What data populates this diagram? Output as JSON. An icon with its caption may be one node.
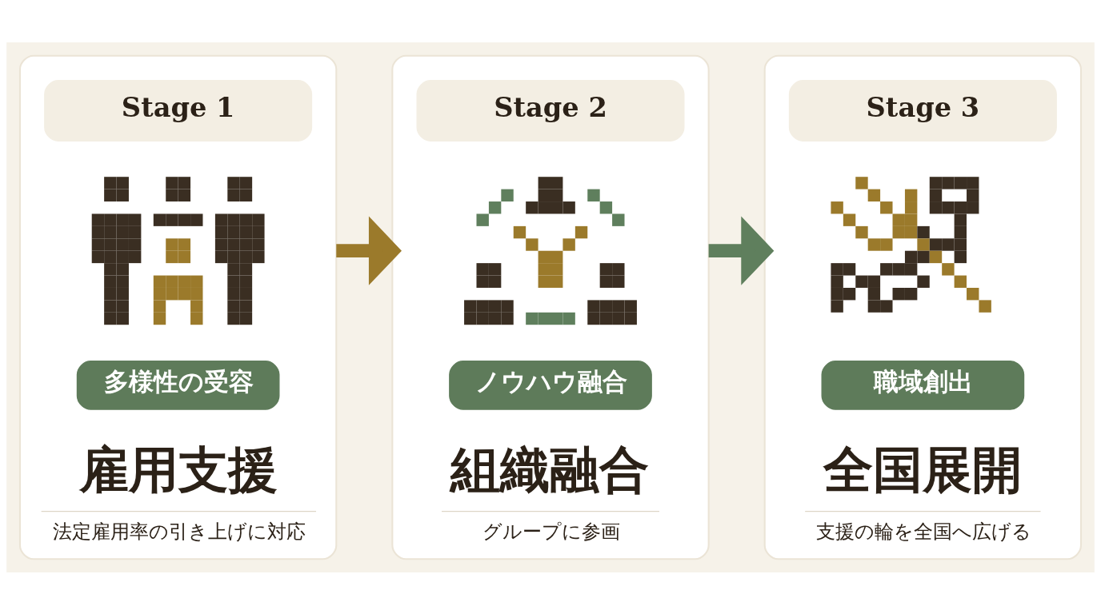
{
  "diagram": {
    "nodes": [
      {
        "text": [
          "雇用支援",
          "法定雇用率の引き上げに対応"
        ]
      },
      {
        "text": [
          "Stage 1"
        ],
        "in": 0
      },
      {
        "text": [],
        "shape": "picture",
        "in": 0
      },
      {
        "text": [
          "多様性の受容"
        ],
        "in": 0
      },
      {
        "text": [
          "組織融合",
          "グループに参画"
        ]
      },
      {
        "text": [
          "Stage 2"
        ],
        "in": 4
      },
      {
        "text": [],
        "shape": "picture",
        "in": 4
      },
      {
        "text": [
          "ノウハウ融合"
        ],
        "in": 4
      },
      {
        "text": [
          "全国展開",
          "支援の輪を全国へ広げる"
        ]
      },
      {
        "text": [
          "Stage 3"
        ],
        "in": 8
      },
      {
        "text": [],
        "shape": "picture",
        "in": 8
      },
      {
        "text": [
          "職域創出"
        ],
        "in": 8
      }
    ],
    "edges": [
      {
        "from": 0,
        "to": 4,
        "arrow": "to",
        "color": "#9b7a2b"
      },
      {
        "from": 4,
        "to": 8,
        "arrow": "to",
        "color": "#5f7f5d"
      }
    ]
  }
}
